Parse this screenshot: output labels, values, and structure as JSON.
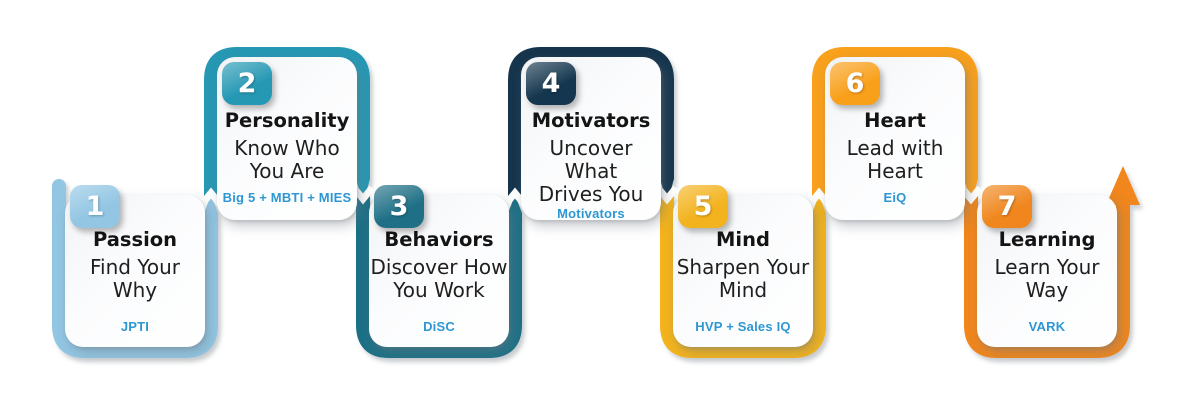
{
  "diagram": {
    "kind": "seven-step-serpentine-process",
    "flow_marker_icons": [
      "chevron-up-icon",
      "chevron-down-icon",
      "arrow-up-icon"
    ]
  },
  "colors": {
    "background": "#ffffff",
    "card_face": "#f7f8fa",
    "title_text": "#141414",
    "subtitle_text": "#1f1f1f",
    "assessment_label_text": "#2e97d3",
    "chevron": "#ffffff",
    "badge_number_text": "#ffffff"
  },
  "steps": [
    {
      "number": "1",
      "title": "Passion",
      "subtitle": "Find Your\nWhy",
      "label": "JPTI",
      "color": "#92c6e3",
      "position": "lower"
    },
    {
      "number": "2",
      "title": "Personality",
      "subtitle": "Know Who\nYou Are",
      "label": "Big 5 + MBTI + MIES",
      "color": "#2598b4",
      "position": "upper"
    },
    {
      "number": "3",
      "title": "Behaviors",
      "subtitle": "Discover How\nYou Work",
      "label": "DiSC",
      "color": "#1f7086",
      "position": "lower"
    },
    {
      "number": "4",
      "title": "Motivators",
      "subtitle": "Uncover What\nDrives You",
      "label": "Motivators",
      "color": "#14364e",
      "position": "upper"
    },
    {
      "number": "5",
      "title": "Mind",
      "subtitle": "Sharpen Your\nMind",
      "label": "HVP + Sales IQ",
      "color": "#f3b31e",
      "position": "lower"
    },
    {
      "number": "6",
      "title": "Heart",
      "subtitle": "Lead with\nHeart",
      "label": "EiQ",
      "color": "#f9a01b",
      "position": "upper"
    },
    {
      "number": "7",
      "title": "Learning",
      "subtitle": "Learn Your\nWay",
      "label": "VARK",
      "color": "#f0861d",
      "position": "lower"
    }
  ]
}
